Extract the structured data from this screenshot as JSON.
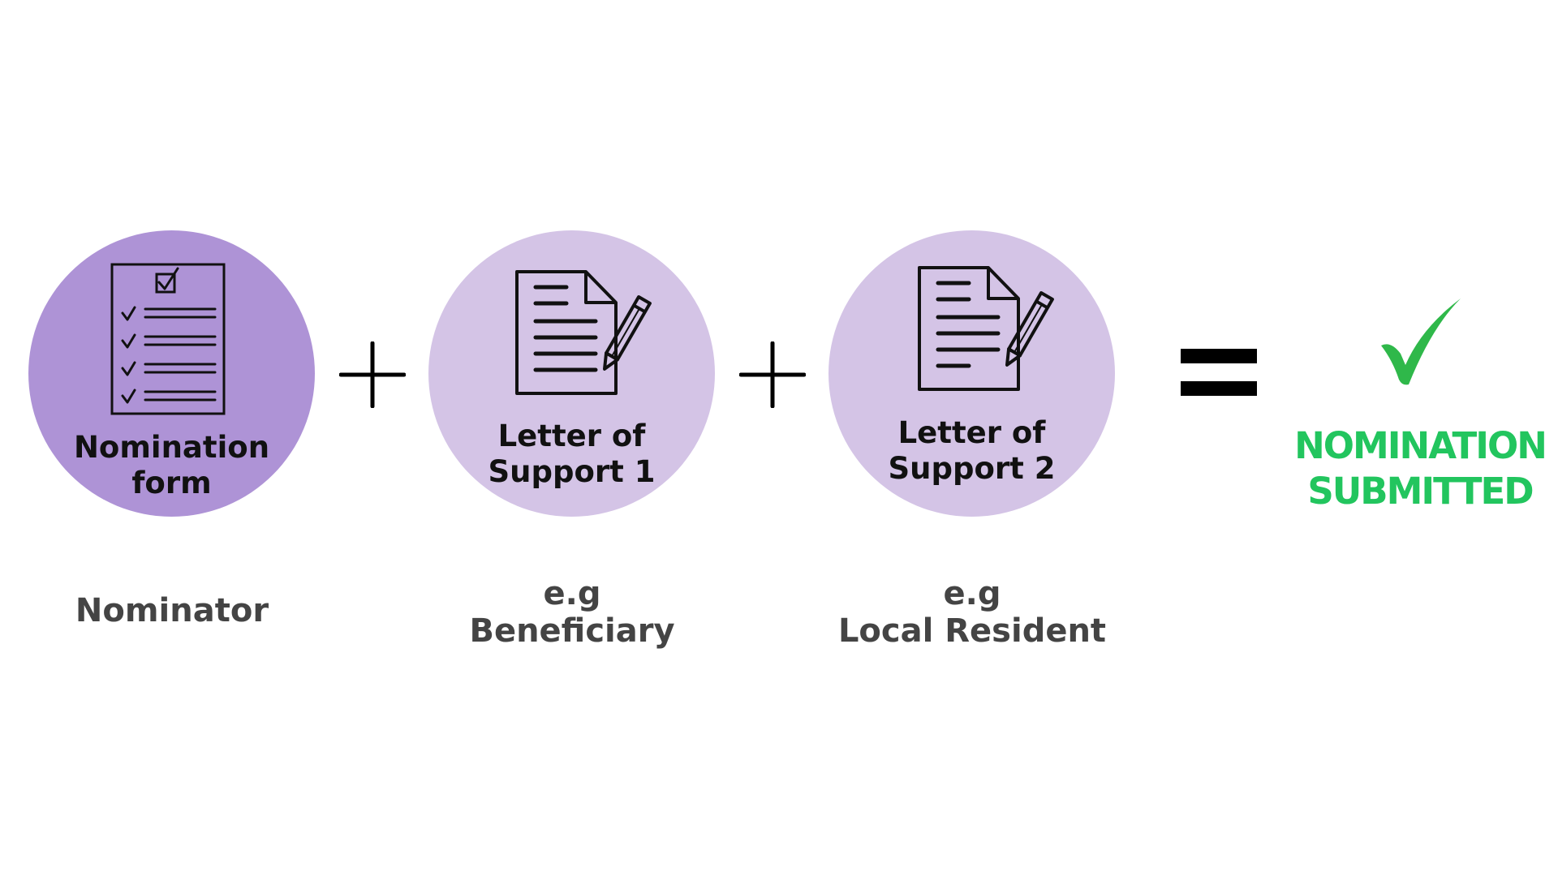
{
  "colors": {
    "circle_primary": "#ae93d6",
    "circle_secondary": "#d4c4e6",
    "icon_stroke": "#111111",
    "operator": "#000000",
    "success": "#22c55e",
    "label_text": "#444444"
  },
  "steps": [
    {
      "icon": "checklist-icon",
      "title_lines": [
        "Nomination",
        "form"
      ],
      "role_lines": [
        "Nominator"
      ]
    },
    {
      "icon": "document-pen-icon",
      "title_lines": [
        "Letter of",
        "Support 1"
      ],
      "role_lines": [
        "e.g",
        "Beneficiary"
      ]
    },
    {
      "icon": "document-pen-icon",
      "title_lines": [
        "Letter of",
        "Support 2"
      ],
      "role_lines": [
        "e.g",
        "Local Resident"
      ]
    }
  ],
  "operators": [
    "plus-icon",
    "plus-icon",
    "equals-icon"
  ],
  "result": {
    "icon": "checkmark-icon",
    "lines": [
      "NOMINATION",
      "SUBMITTED"
    ]
  }
}
